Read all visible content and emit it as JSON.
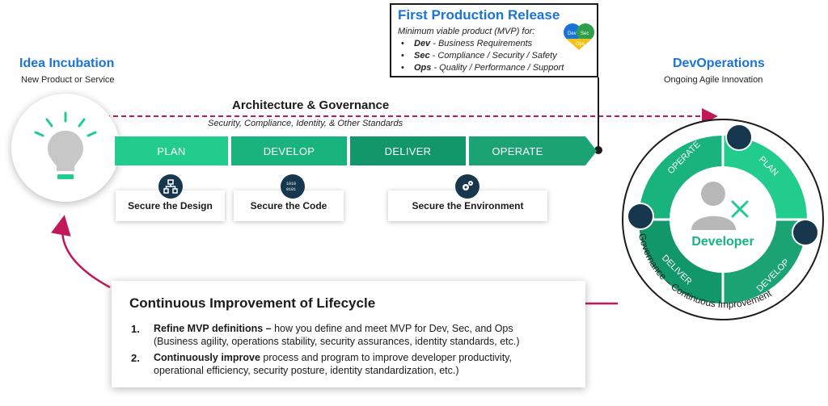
{
  "left": {
    "title": "Idea Incubation",
    "subtitle": "New Product or Service"
  },
  "right": {
    "title": "DevOperations",
    "subtitle": "Ongoing Agile Innovation"
  },
  "release": {
    "title": "First Production Release",
    "intro": "Minimum viable product (MVP) for:",
    "items": [
      {
        "key": "Dev",
        "text": " - Business Requirements"
      },
      {
        "key": "Sec",
        "text": " - Compliance / Security / Safety"
      },
      {
        "key": "Ops",
        "text": " - Quality / Performance / Support"
      }
    ],
    "logo_labels": [
      "Dev",
      "Sec",
      "Ops"
    ]
  },
  "architecture": {
    "title": "Architecture & Governance",
    "subtitle": "Security, Compliance, Identity, & Other Standards"
  },
  "phases": [
    "PLAN",
    "DEVELOP",
    "DELIVER",
    "OPERATE"
  ],
  "secure": {
    "design": "Secure the Design",
    "code": "Secure the Code",
    "environment": "Secure the Environment"
  },
  "wheel": {
    "center": "Developer",
    "segments": [
      "OPERATE",
      "PLAN",
      "DEVELOP",
      "DELIVER"
    ],
    "ring_text": "Governance – Continuous Improvement"
  },
  "improvement": {
    "title": "Continuous Improvement of Lifecycle",
    "items": [
      {
        "num": "1.",
        "bold": "Refine MVP definitions –",
        "text_line1": " how you define and meet MVP for Dev, Sec, and Ops",
        "text_line2": "(Business agility, operations stability, security assurances, identity standards, etc.)"
      },
      {
        "num": "2.",
        "bold": "Continuously improve",
        "text_line1": " process and program to improve developer productivity,",
        "text_line2": "operational efficiency, security posture, identity standardization, etc.)"
      }
    ]
  },
  "colors": {
    "accent_blue": "#1a73d9",
    "green_light": "#21cc8c",
    "green_mid": "#19b37d",
    "green_dark": "#12976a",
    "magenta": "#c2185b",
    "navy": "#17374f"
  }
}
